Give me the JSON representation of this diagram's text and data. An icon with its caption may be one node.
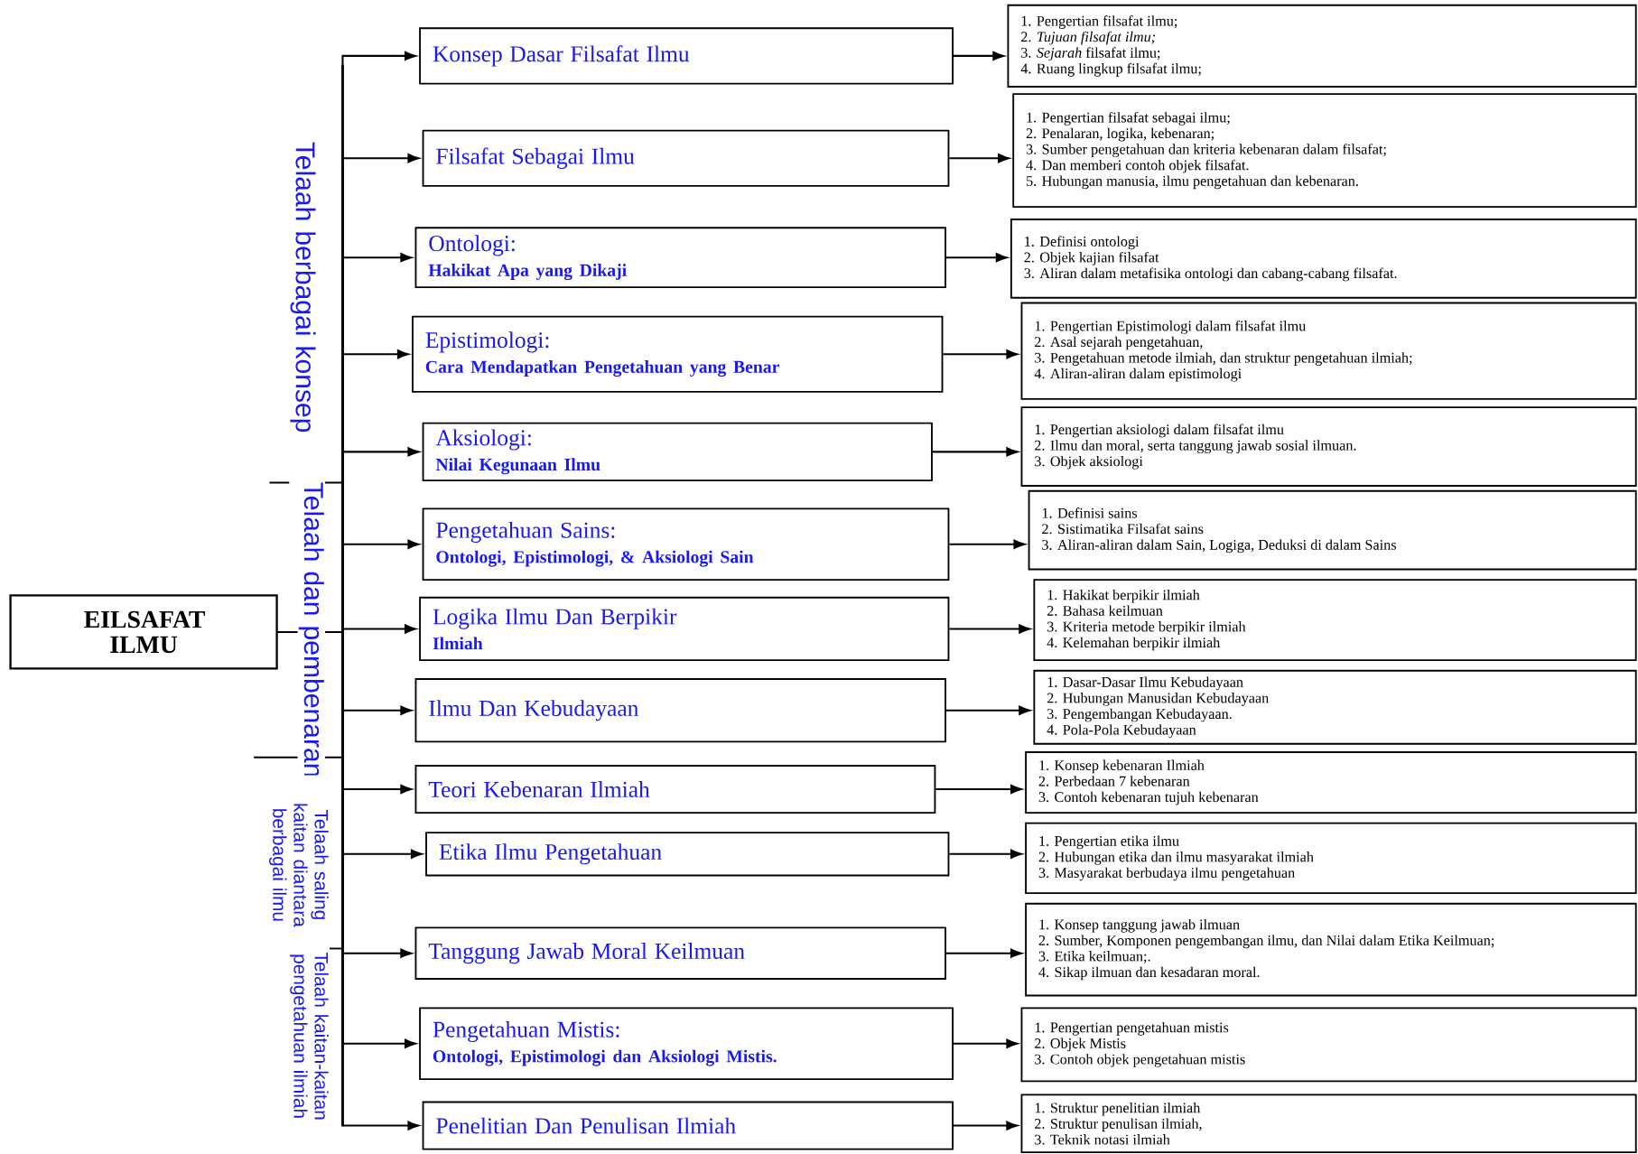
{
  "diagram": {
    "nodes": [
      {
        "text": [
          "EILSAFAT ILMU"
        ]
      },
      {
        "text": [
          "Konsep Dasar  Filsafat Ilmu"
        ]
      },
      {
        "text": [
          "1. Pengertian filsafat ilmu;",
          "2. *Tujuan filsafat ilmu;*",
          "3. *Sejarah* filsafat ilmu;",
          "4. Ruang lingkup filsafat ilmu;"
        ]
      },
      {
        "text": [
          "Filsafat Sebagai Ilmu"
        ]
      },
      {
        "text": [
          "1. Pengertian filsafat sebagai ilmu;",
          "2. Penalaran, logika, kebenaran;",
          "3. Sumber pengetahuan dan kriteria kebenaran dalam filsafat;",
          "4. Dan memberi contoh objek filsafat.",
          "5. Hubungan manusia, ilmu pengetahuan dan kebenaran."
        ]
      },
      {
        "text": [
          "Ontologi:",
          "Hakikat Apa yang Dikaji"
        ]
      },
      {
        "text": [
          "1. Definisi ontologi",
          "2. Objek kajian filsafat",
          "3. Aliran dalam metafisika ontologi dan cabang-cabang filsafat."
        ]
      },
      {
        "text": [
          "Epistimologi:",
          "Cara Mendapatkan Pengetahuan yang Benar"
        ]
      },
      {
        "text": [
          "1. Pengertian Epistimologi dalam filsafat ilmu",
          "2. Asal sejarah pengetahuan,",
          "3. Pengetahuan metode ilmiah, dan struktur pengetahuan ilmiah;",
          "4. Aliran-aliran dalam epistimologi"
        ]
      },
      {
        "text": [
          "Aksiologi:",
          "Nilai Kegunaan Ilmu"
        ]
      },
      {
        "text": [
          "1. Pengertian aksiologi dalam filsafat ilmu",
          "2. Ilmu dan moral, serta tanggung jawab sosial ilmuan.",
          "3. Objek aksiologi"
        ]
      },
      {
        "text": [
          "Pengetahuan Sains:",
          "Ontologi, Epistimologi, & Aksiologi Sain"
        ]
      },
      {
        "text": [
          "1. Definisi sains",
          "2. Sistimatika Filsafat sains",
          "3. Aliran-aliran dalam Sain, Logiga, Deduksi di dalam Sains"
        ]
      },
      {
        "text": [
          "Logika Ilmu Dan Berpikir",
          "Ilmiah"
        ]
      },
      {
        "text": [
          "1. Hakikat berpikir ilmiah",
          "2. Bahasa keilmuan",
          "3. Kriteria metode berpikir ilmiah",
          "4. Kelemahan berpikir ilmiah"
        ]
      },
      {
        "text": [
          "Ilmu Dan Kebudayaan"
        ]
      },
      {
        "text": [
          "1. Dasar-Dasar Ilmu Kebudayaan",
          "2. Hubungan Manusidan Kebudayaan",
          "3. Pengembangan Kebudayaan.",
          "4. Pola-Pola Kebudayaan"
        ]
      },
      {
        "text": [
          "Teori Kebenaran Ilmiah"
        ]
      },
      {
        "text": [
          "1. Konsep kebenaran Ilmiah",
          "2. Perbedaan 7 kebenaran",
          "3. Contoh kebenaran tujuh kebenaran"
        ]
      },
      {
        "text": [
          "Etika Ilmu Pengetahuan"
        ]
      },
      {
        "text": [
          "1. Pengertian etika ilmu",
          "2. Hubungan etika dan ilmu masyarakat ilmiah",
          "3. Masyarakat berbudaya ilmu pengetahuan"
        ]
      },
      {
        "text": [
          "Tanggung Jawab Moral Keilmuan"
        ]
      },
      {
        "text": [
          "1. Konsep tanggung jawab ilmuan",
          "2. Sumber, Komponen pengembangan ilmu, dan Nilai dalam Etika Keilmuan;",
          "3. Etika keilmuan;.",
          "4. Sikap ilmuan dan kesadaran moral."
        ]
      },
      {
        "text": [
          "Pengetahuan Mistis:",
          "Ontologi, Epistimologi dan Aksiologi Mistis."
        ]
      },
      {
        "text": [
          "1. Pengertian pengetahuan mistis",
          "2. Objek Mistis",
          "3. Contoh objek pengetahuan mistis"
        ]
      },
      {
        "text": [
          "Penelitian Dan Penulisan Ilmiah"
        ]
      },
      {
        "text": [
          "1. Struktur penelitian ilmiah",
          "2. Struktur penulisan ilmiah,",
          "3. Teknik notasi ilmiah"
        ]
      }
    ],
    "edges": [
      {
        "from": 0,
        "to": 1,
        "arrow": "to"
      },
      {
        "from": 0,
        "to": 3,
        "arrow": "to"
      },
      {
        "from": 0,
        "to": 5,
        "arrow": "to"
      },
      {
        "from": 0,
        "to": 7,
        "arrow": "to"
      },
      {
        "from": 0,
        "to": 9,
        "arrow": "to"
      },
      {
        "from": 0,
        "to": 11,
        "arrow": "to"
      },
      {
        "from": 0,
        "to": 13,
        "arrow": "to"
      },
      {
        "from": 0,
        "to": 15,
        "arrow": "to"
      },
      {
        "from": 0,
        "to": 17,
        "arrow": "to"
      },
      {
        "from": 0,
        "to": 19,
        "arrow": "to"
      },
      {
        "from": 0,
        "to": 21,
        "arrow": "to"
      },
      {
        "from": 0,
        "to": 23,
        "arrow": "to"
      },
      {
        "from": 0,
        "to": 25,
        "arrow": "to"
      },
      {
        "from": 1,
        "to": 2,
        "arrow": "to"
      },
      {
        "from": 3,
        "to": 4,
        "arrow": "to"
      },
      {
        "from": 5,
        "to": 6,
        "arrow": "to"
      },
      {
        "from": 7,
        "to": 8,
        "arrow": "to"
      },
      {
        "from": 9,
        "to": 10,
        "arrow": "to"
      },
      {
        "from": 11,
        "to": 12,
        "arrow": "to"
      },
      {
        "from": 13,
        "to": 14,
        "arrow": "to"
      },
      {
        "from": 15,
        "to": 16,
        "arrow": "to"
      },
      {
        "from": 17,
        "to": 18,
        "arrow": "to"
      },
      {
        "from": 19,
        "to": 20,
        "arrow": "to"
      },
      {
        "from": 21,
        "to": 22,
        "arrow": "to"
      },
      {
        "from": 23,
        "to": 24,
        "arrow": "to"
      },
      {
        "from": 25,
        "to": 26,
        "arrow": "to"
      }
    ],
    "labels": [
      "Telaah berbagai konsep",
      "Telaah dan pembenaran",
      "Telaah saling kaitan diantara berbagai ilmu",
      "Telaah kaitan-kaitan pengetahuan ilmiah"
    ]
  }
}
